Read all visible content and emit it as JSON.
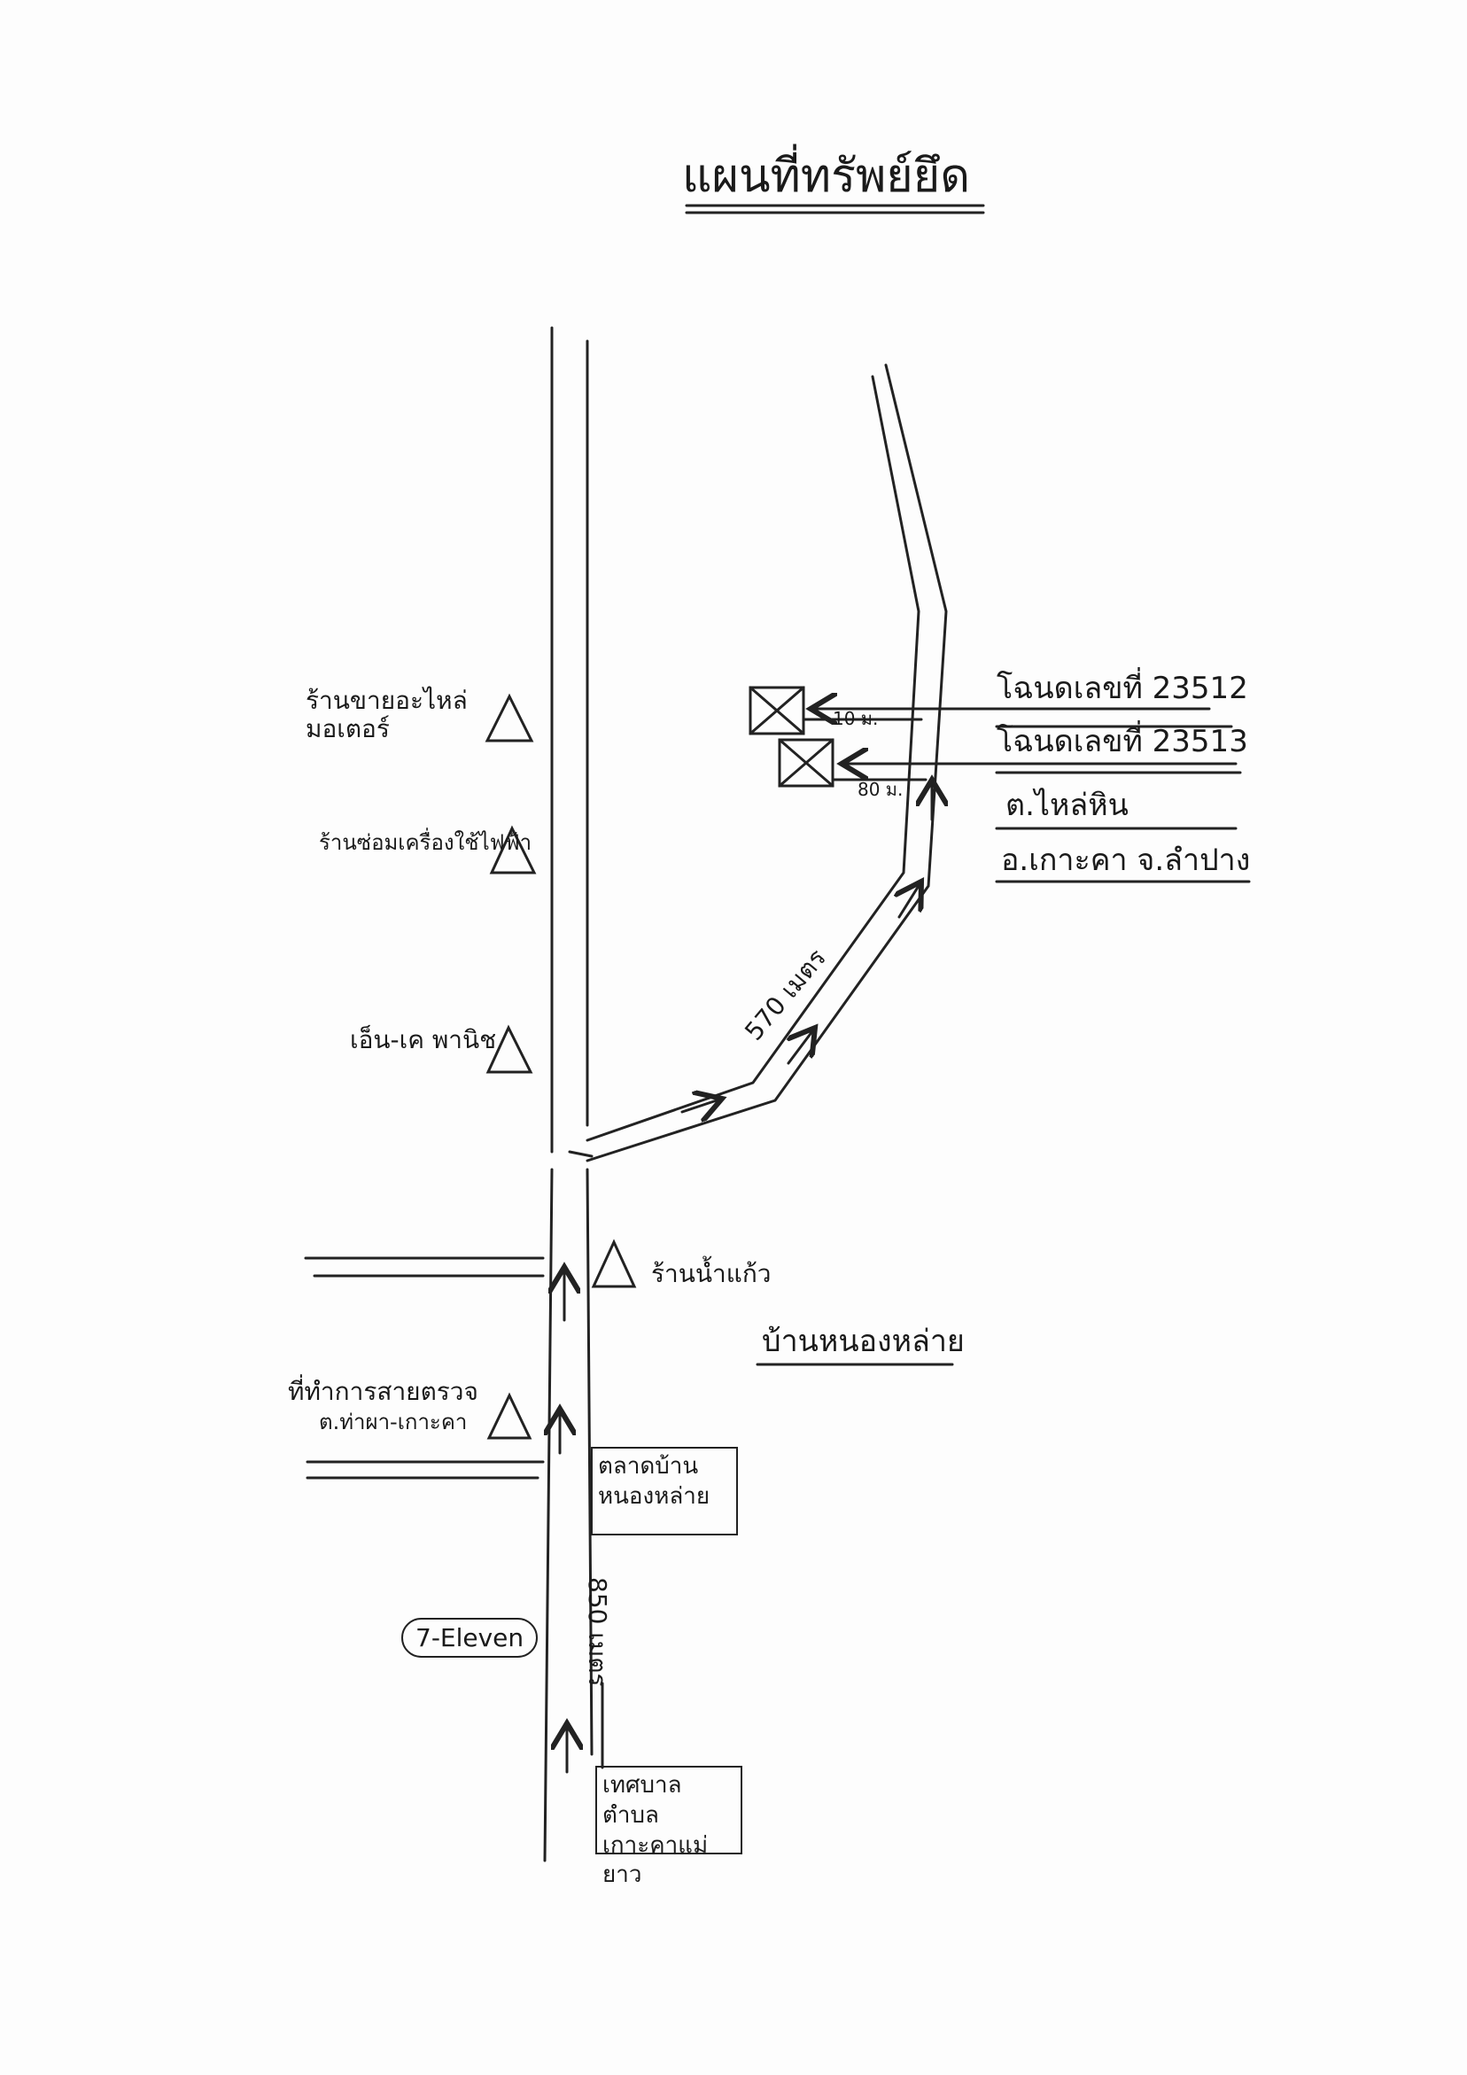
{
  "title": "แผนที่ทรัพย์ยึด",
  "deeds": {
    "deed_1": "โฉนดเลขที่ 23512",
    "deed_2": "โฉนดเลขที่ 23513",
    "dist_1": "10 ม.",
    "dist_2": "80 ม.",
    "subdistrict": "ต.ไหล่หิน",
    "district_province": "อ.เกาะคา จ.ลำปาง"
  },
  "landmarks": {
    "motor_shop": "ร้านขายอะไหล่มอเตอร์",
    "electric_shop": "ร้านซ่อมเครื่องใช้ไฟฟ้า",
    "store": "เอ็น-เค พานิช",
    "water_shop": "ร้านน้ำแก้ว",
    "village": "บ้านหนองหล่าย",
    "checkpoint_line1": "ที่ทำการสายตรวจ",
    "checkpoint_line2": "ต.ท่าผา-เกาะคา",
    "market_line1": "ตลาดบ้าน",
    "market_line2": "หนองหล่าย",
    "seven_eleven": "7-Eleven",
    "municipality_line1": "เทศบาลตำบล",
    "municipality_line2": "เกาะคาแม่ยาว"
  },
  "distances": {
    "road_segment": "570 เมตร",
    "main_road": "850 เมตร"
  }
}
